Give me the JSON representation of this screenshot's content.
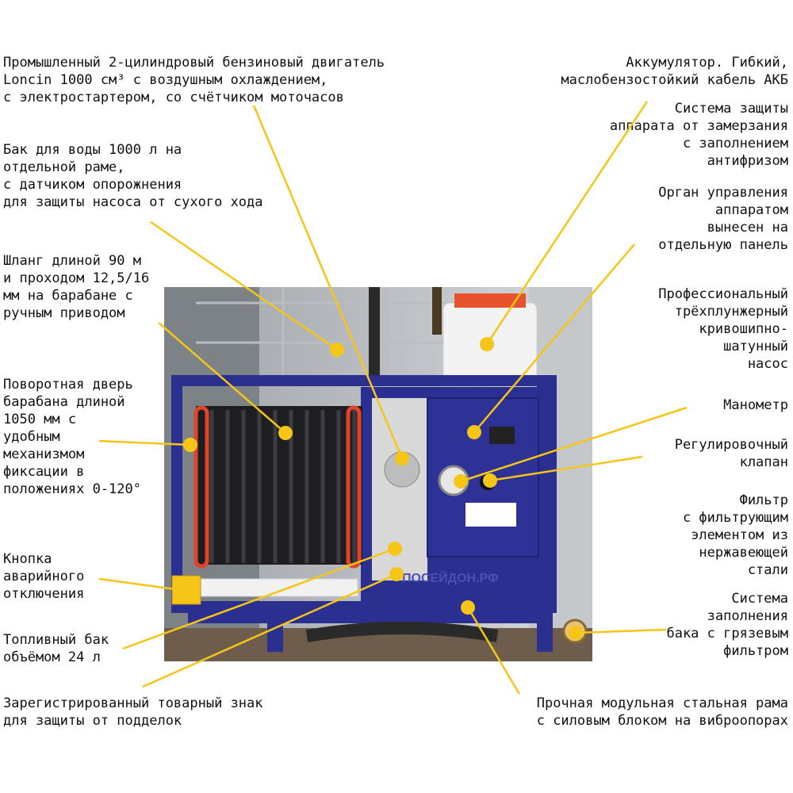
{
  "colors": {
    "accent": "#f5c518",
    "frame": "#2b2f8f",
    "reel": "#e0452a",
    "text": "#111111"
  },
  "labels": {
    "engine": "Промышленный 2-цилиндровый бензиновый двигатель\nLoncin 1000 см³ с воздушным охлаждением,\nс электростартером, со счётчиком моточасов",
    "tank": "Бак для воды 1000 л на\nотдельной раме,\nс датчиком опорожнения\nдля защиты насоса от сухого хода",
    "hose": "Шланг длиной 90 м\nи проходом 12,5/16\nмм на барабане с\nручным приводом",
    "door": "Поворотная дверь\nбарабана длиной\n1050 мм с\nудобным\nмеханизмом\nфиксации в\nположениях 0-120°",
    "estop": "Кнопка\nаварийного\nотключения",
    "fuel": "Топливный бак\nобъёмом 24 л",
    "trademark": "Зарегистрированный товарный знак\nдля защиты от подделок",
    "battery": "Аккумулятор. Гибкий,\nмаслобензостойкий кабель АКБ",
    "antifreeze": "Система защиты\nаппарата от замерзания\nс заполнением\nантифризом",
    "control": "Орган управления\nаппаратом\nвынесен на\nотдельную панель",
    "pump": "Профессиональный\nтрёхплунжерный\nкривошипно-\nшатунный\nнасос",
    "manometer": "Манометр",
    "valve": "Регулировочный\nклапан",
    "filter": "Фильтр\nс фильтрующим\nэлементом из\nнержавеющей\nстали",
    "fill": "Система\nзаполнения\nбака с грязевым\nфильтром",
    "frame": "Прочная модульная стальная рама\nс силовым блоком на виброопорах"
  },
  "photo": {
    "brand_text": "ПОСЕЙДОН.РФ"
  }
}
